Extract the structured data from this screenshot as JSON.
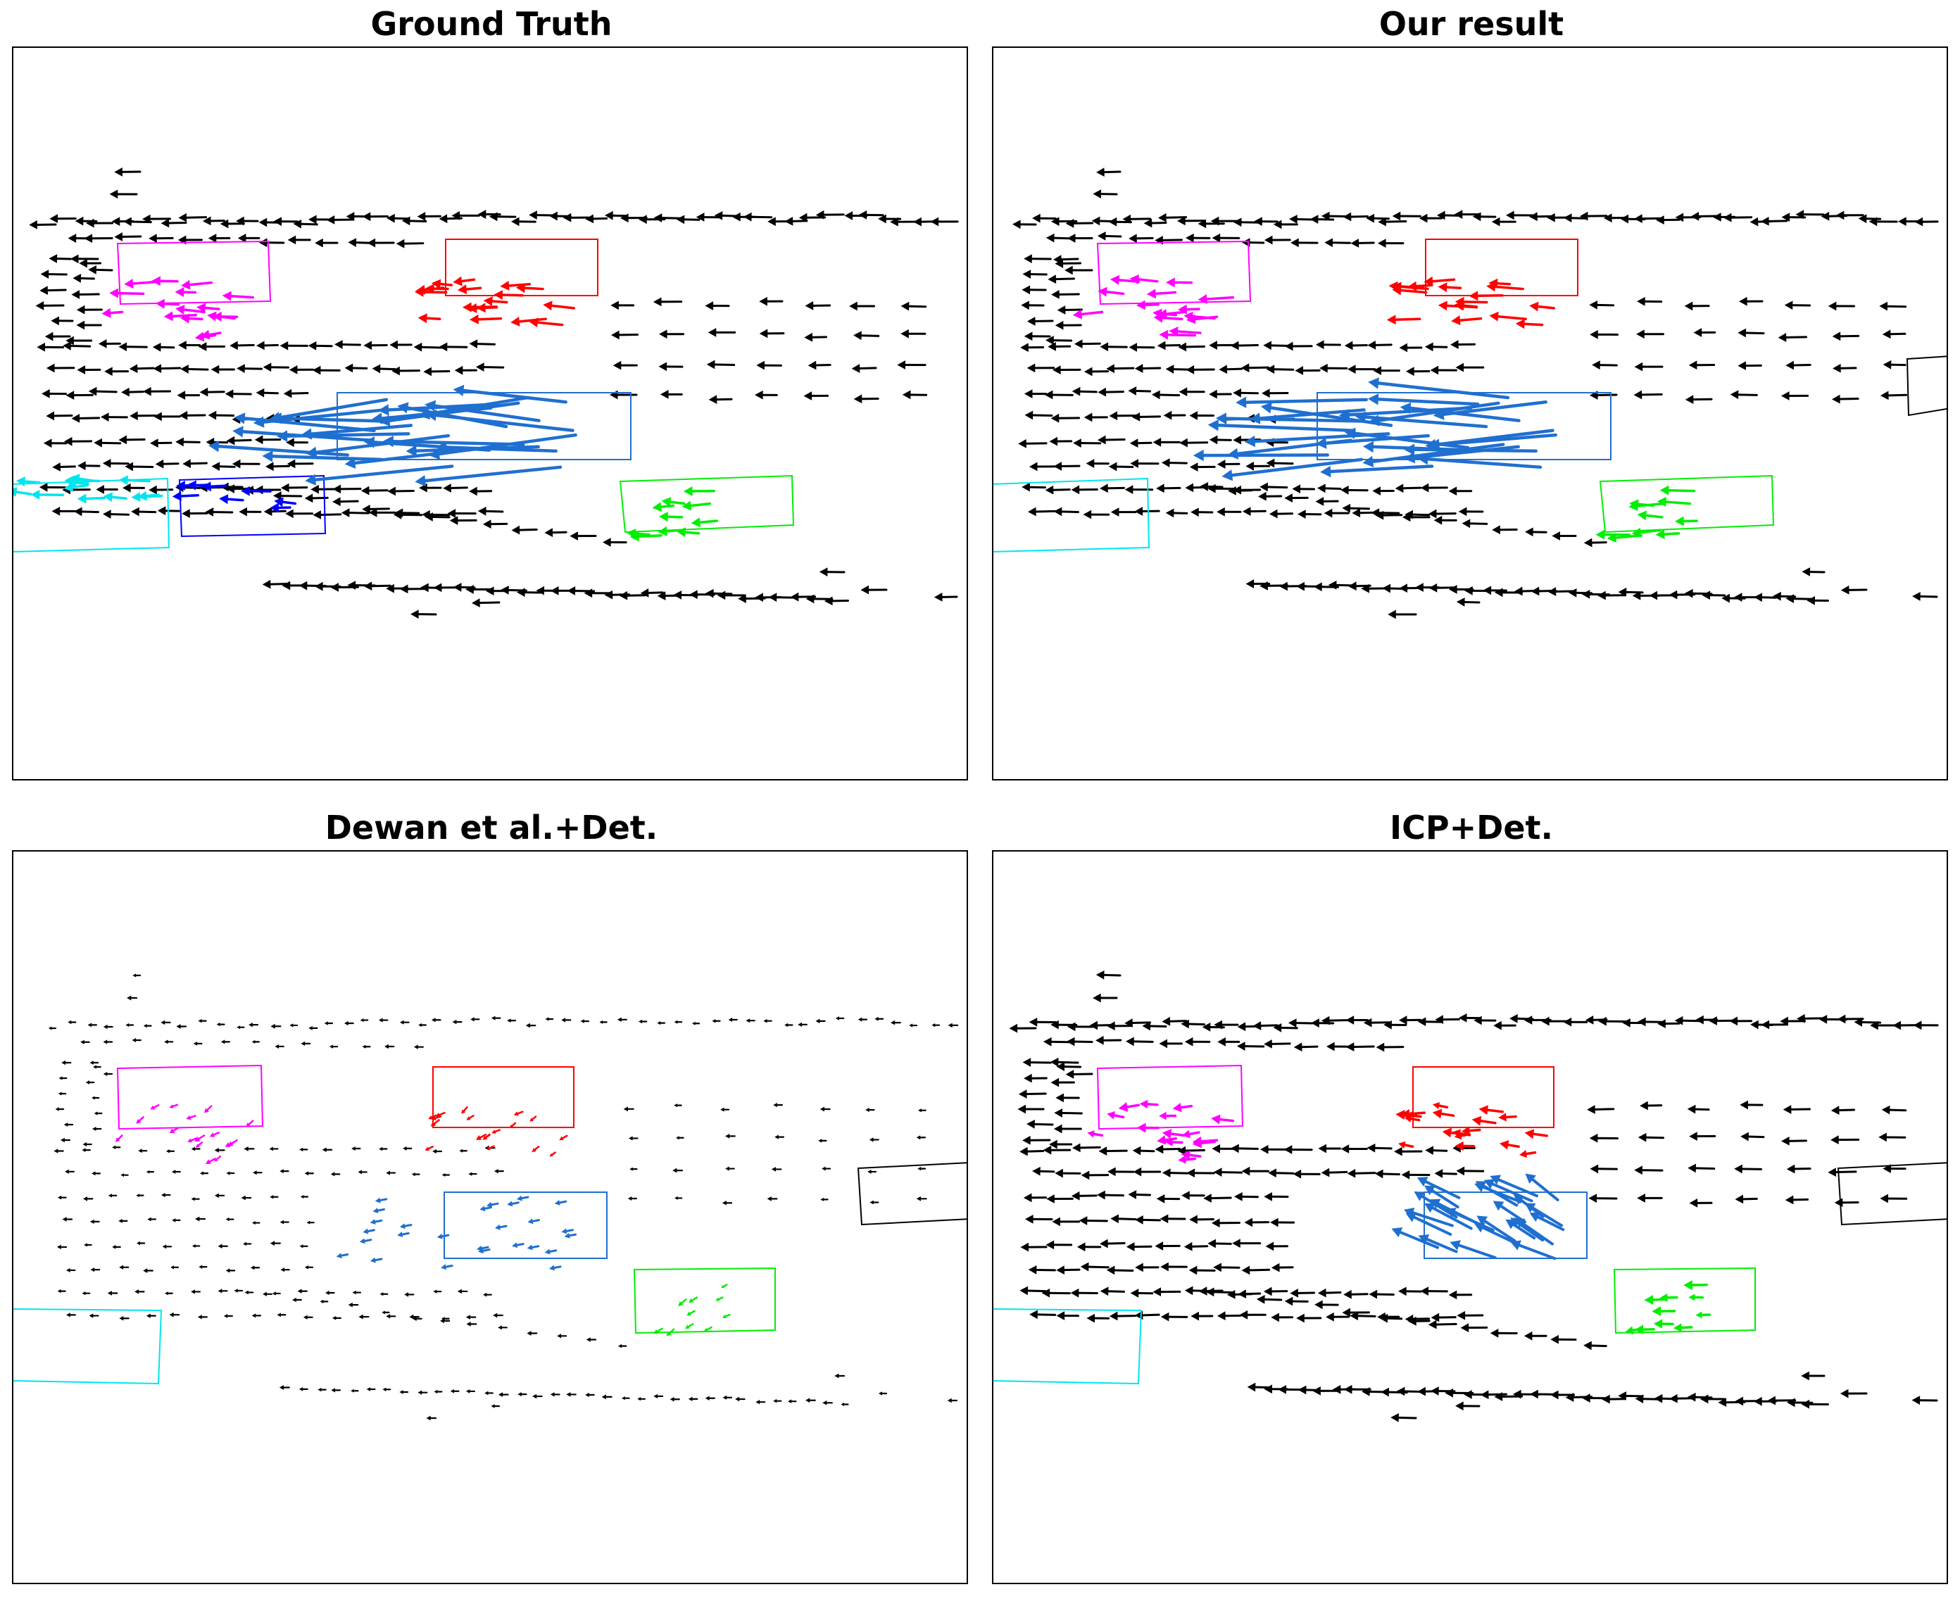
{
  "panels": [
    {
      "title": "Ground Truth",
      "boxes": [
        "magenta",
        "red",
        "blue",
        "cyan",
        "dark-blue",
        "green"
      ],
      "foreground_style": "long"
    },
    {
      "title": "Our result",
      "boxes": [
        "magenta",
        "red",
        "blue",
        "cyan",
        "green",
        "black"
      ],
      "foreground_style": "long"
    },
    {
      "title": "Dewan et al.+Det.",
      "boxes": [
        "magenta",
        "red",
        "blue",
        "cyan",
        "green",
        "black"
      ],
      "foreground_style": "tiny"
    },
    {
      "title": "ICP+Det.",
      "boxes": [
        "magenta",
        "red",
        "blue",
        "cyan",
        "green",
        "black"
      ],
      "foreground_style": "medium"
    }
  ],
  "colors": {
    "background_flow": "#000000",
    "magenta": "#ff00ff",
    "red": "#ff0000",
    "blue": "#1f6fd0",
    "cyan": "#00e5ee",
    "dark-blue": "#0000ff",
    "green": "#00ee00",
    "black": "#000000"
  },
  "icons": {
    "flow_vector": "arrow-left-icon"
  }
}
